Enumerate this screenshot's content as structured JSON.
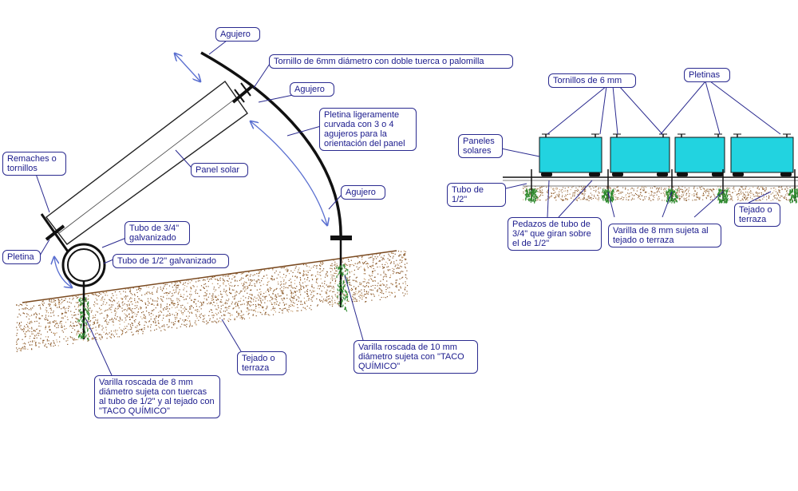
{
  "left_diagram": {
    "labels": {
      "agujero_top": "Agujero",
      "tornillo": "Tornillo de 6mm diámetro con doble tuerca o palomilla",
      "agujero_mid": "Agujero",
      "pletina_curvada": "Pletina ligeramente curvada con 3 o 4 agujeros para la orientación del panel",
      "remaches": "Remaches o tornillos",
      "panel_solar": "Panel solar",
      "agujero_low": "Agujero",
      "tubo_34": "Tubo de 3/4\" galvanizado",
      "pletina": "Pletina",
      "tubo_12": "Tubo de 1/2\" galvanizado",
      "tejado": "Tejado o terraza",
      "varilla_10": "Varilla roscada de 10 mm diámetro sujeta con \"TACO QUÍMICO\"",
      "varilla_8": "Varilla roscada de 8 mm diámetro sujeta con tuercas al tubo de 1/2\" y al tejado con \"TACO QUÍMICO\""
    }
  },
  "right_diagram": {
    "labels": {
      "tornillos_6": "Tornillos de 6 mm",
      "pletinas": "Pletinas",
      "paneles": "Paneles solares",
      "tubo_12": "Tubo de 1/2\"",
      "pedazos": "Pedazos de tubo de 3/4\" que giran sobre el de 1/2\"",
      "varilla_8": "Varilla de 8 mm sujeta al tejado o terraza",
      "tejado": "Tejado o terraza"
    }
  },
  "colors": {
    "label_text": "#1a1a8c",
    "label_border": "#2a2a8f",
    "panel_fill": "#22d3e0",
    "soil": "#8b5a2b",
    "anchor": "#2e8b2e",
    "arrow": "#5a6fd0"
  }
}
